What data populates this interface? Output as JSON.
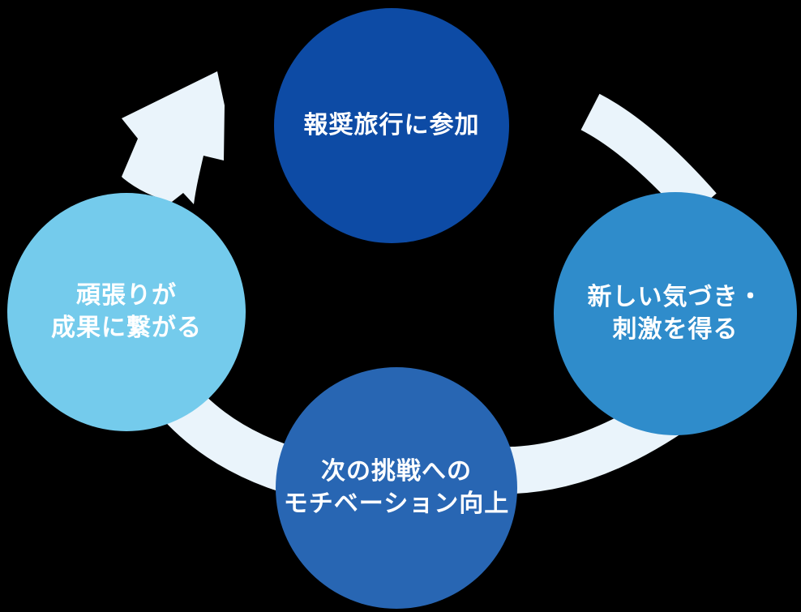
{
  "diagram": {
    "type": "cycle",
    "background_color": "#000000",
    "arrow_color": "#EAF4FB",
    "text_color": "#FFFFFF",
    "nodes": [
      {
        "id": "top",
        "color": "#0D4BA5",
        "label": "報奨旅行に参加",
        "label_lines": [
          "報奨旅行に参加"
        ]
      },
      {
        "id": "right",
        "color": "#2F8CCB",
        "label": "新しい気づき・刺激を得る",
        "label_lines": [
          "新しい気づき・",
          "刺激を得る"
        ]
      },
      {
        "id": "bottom",
        "color": "#2866B3",
        "label": "次の挑戦へのモチベーション向上",
        "label_lines": [
          "次の挑戦への",
          "モチベーション向上"
        ]
      },
      {
        "id": "left",
        "color": "#74CBEC",
        "label": "頑張りが成果に繋がる",
        "label_lines": [
          "頑張りが",
          "成果に繋がる"
        ]
      }
    ],
    "connectors": [
      {
        "from": "left",
        "to": "top",
        "style": "arrowhead"
      },
      {
        "from": "top",
        "to": "right",
        "style": "band"
      },
      {
        "from": "right",
        "to": "bottom",
        "style": "band"
      },
      {
        "from": "bottom",
        "to": "left",
        "style": "band"
      }
    ]
  }
}
